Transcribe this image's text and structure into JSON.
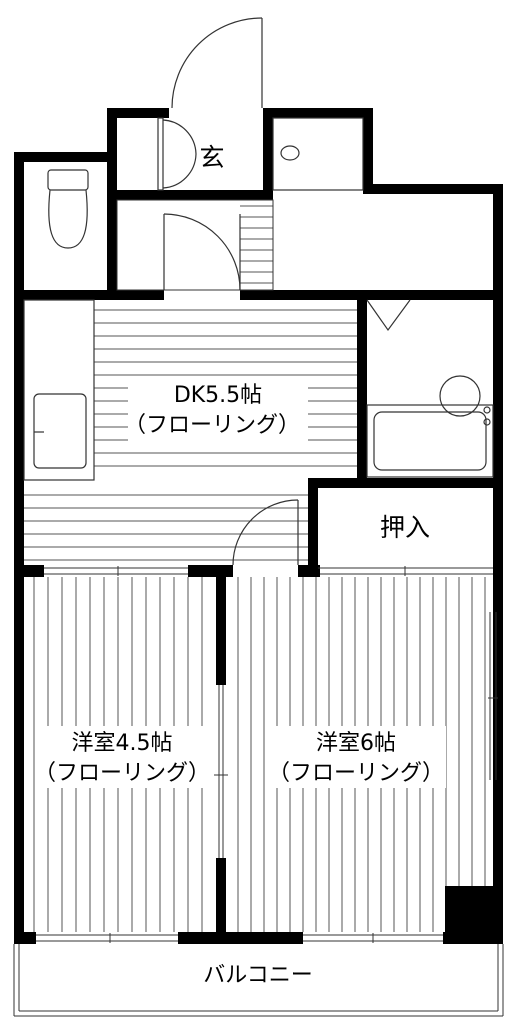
{
  "rooms": {
    "entrance": "玄",
    "dk_name": "DK5.5帖",
    "dk_floor": "（フローリング）",
    "closet": "押入",
    "western1_name": "洋室4.5帖",
    "western1_floor": "（フローリング）",
    "western2_name": "洋室6帖",
    "western2_floor": "（フローリング）",
    "balcony": "バルコニー"
  },
  "colors": {
    "wall": "#000000",
    "line": "#333333",
    "background": "#ffffff"
  }
}
